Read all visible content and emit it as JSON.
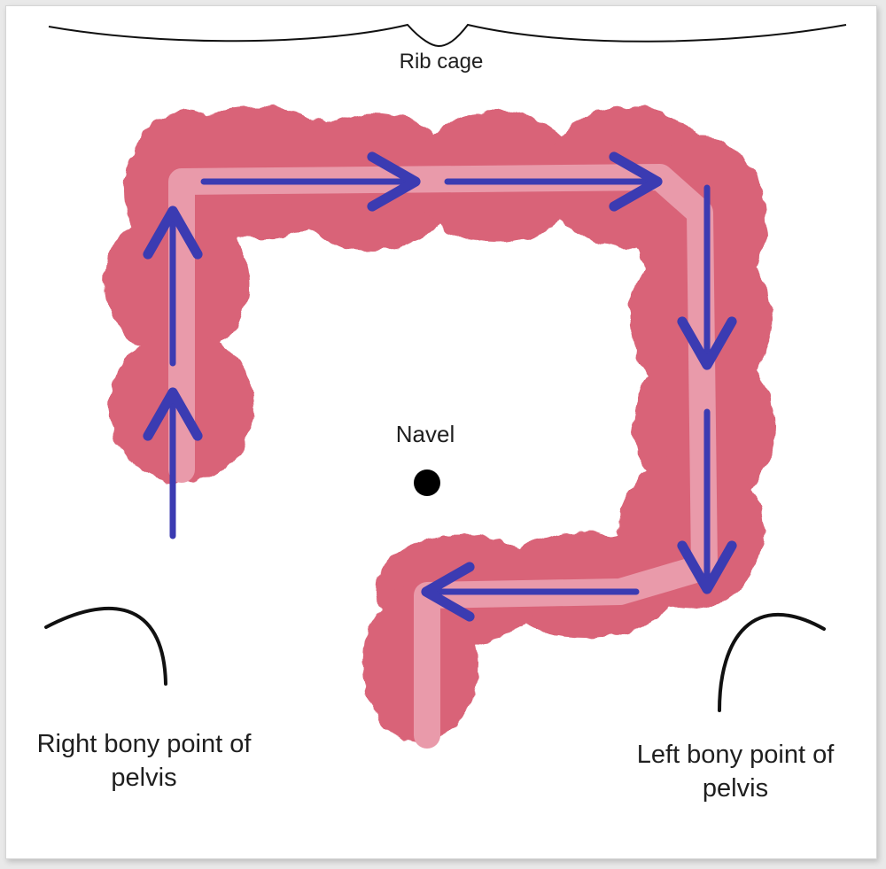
{
  "labels": {
    "rib_cage": "Rib cage",
    "navel": "Navel",
    "right_pelvis": "Right bony point of pelvis",
    "left_pelvis": "Left bony point of pelvis"
  },
  "colors": {
    "colon": "#d96478",
    "colon_lumen": "#e99aaa",
    "arrow": "#3b3bb2",
    "outline": "#111111"
  }
}
